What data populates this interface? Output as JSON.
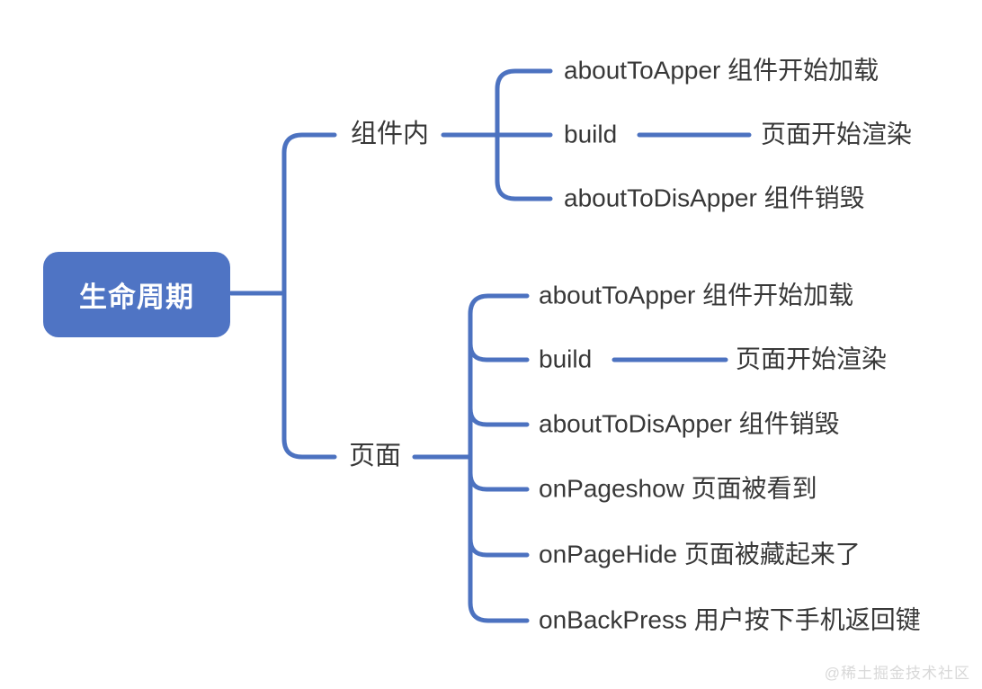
{
  "colors": {
    "connector": "#4c72c0",
    "node_fill": "#4f74c4",
    "node_text": "#ffffff",
    "text": "#383838",
    "watermark": "#d8d8d8"
  },
  "tree": {
    "root": {
      "label": "生命周期"
    },
    "branches": [
      {
        "label": "组件内",
        "children": [
          {
            "label": "aboutToApper 组件开始加载"
          },
          {
            "label": "build",
            "child": "页面开始渲染"
          },
          {
            "label": "aboutToDisApper 组件销毁"
          }
        ]
      },
      {
        "label": "页面",
        "children": [
          {
            "label": "aboutToApper 组件开始加载"
          },
          {
            "label": "build",
            "child": "页面开始渲染"
          },
          {
            "label": "aboutToDisApper 组件销毁"
          },
          {
            "label": "onPageshow 页面被看到"
          },
          {
            "label": "onPageHide 页面被藏起来了"
          },
          {
            "label": "onBackPress 用户按下手机返回键"
          }
        ]
      }
    ]
  },
  "watermark": "@稀土掘金技术社区"
}
